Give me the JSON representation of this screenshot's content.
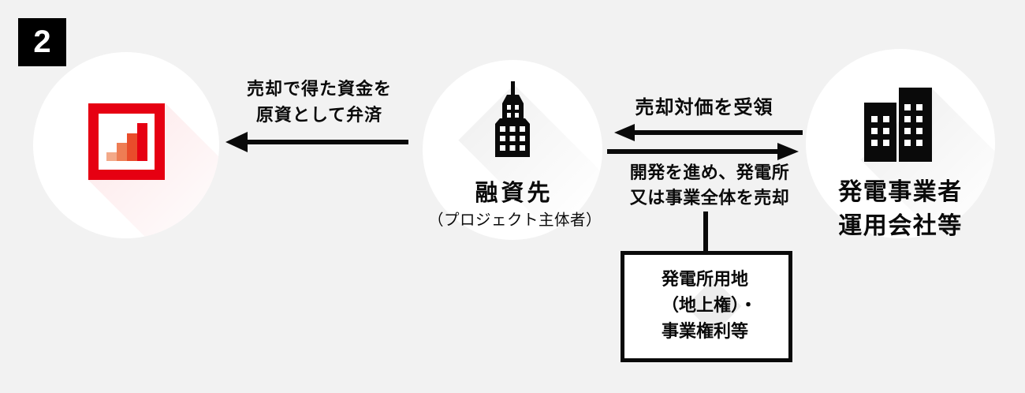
{
  "badge": {
    "number": "2"
  },
  "nodes": {
    "financier": {
      "icon": "bar-chart-logo"
    },
    "borrower": {
      "title": "融資先",
      "subtitle": "（プロジェクト主体者）",
      "icon": "office-building-icon"
    },
    "operator": {
      "title_line1": "発電事業者",
      "title_line2": "運用会社等",
      "icon": "two-buildings-icon"
    }
  },
  "arrows": {
    "repayment": {
      "label_line1": "売却で得た資金を",
      "label_line2": "原資として弁済",
      "direction": "right-to-left"
    },
    "receive": {
      "label": "売却対価を受領",
      "direction": "right-to-left"
    },
    "sell": {
      "label_line1": "開発を進め、発電所",
      "label_line2": "又は事業全体を売却",
      "direction": "left-to-right"
    }
  },
  "asset_box": {
    "line1": "発電所用地",
    "line2": "（地上権）・",
    "line3": "事業権利等"
  },
  "colors": {
    "background": "#f2f2f2",
    "ink": "#0a0a0a",
    "accent_red": "#e60012",
    "bar_colors": [
      "#f3a988",
      "#ee7d54",
      "#e94c2b",
      "#e60012"
    ]
  }
}
